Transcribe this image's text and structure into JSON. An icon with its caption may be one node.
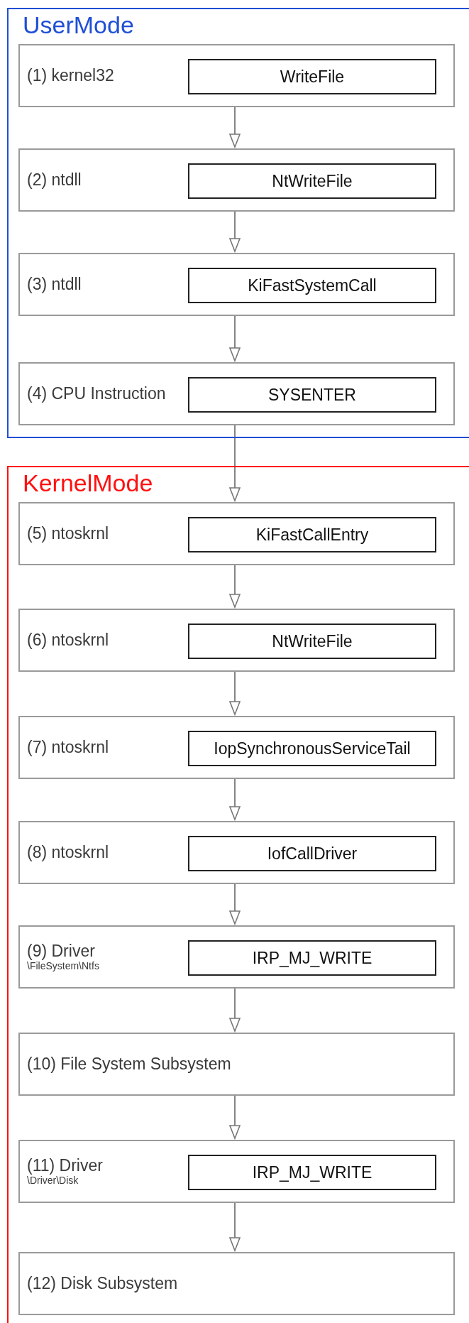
{
  "diagram": {
    "nodes": [
      {
        "text": [
          "UserMode"
        ]
      },
      {
        "text": [
          "(1) kernel32"
        ],
        "in": 0
      },
      {
        "text": [
          "WriteFile"
        ],
        "in": 1
      },
      {
        "text": [
          "(2) ntdll"
        ],
        "in": 0
      },
      {
        "text": [
          "NtWriteFile"
        ],
        "in": 3
      },
      {
        "text": [
          "(3) ntdll"
        ],
        "in": 0
      },
      {
        "text": [
          "KiFastSystemCall"
        ],
        "in": 5
      },
      {
        "text": [
          "(4) CPU Instruction"
        ],
        "in": 0
      },
      {
        "text": [
          "SYSENTER"
        ],
        "in": 7
      },
      {
        "text": [
          "KernelMode"
        ]
      },
      {
        "text": [
          "(5) ntoskrnl"
        ],
        "in": 9
      },
      {
        "text": [
          "KiFastCallEntry"
        ],
        "in": 10
      },
      {
        "text": [
          "(6) ntoskrnl"
        ],
        "in": 9
      },
      {
        "text": [
          "NtWriteFile"
        ],
        "in": 12
      },
      {
        "text": [
          "(7) ntoskrnl"
        ],
        "in": 9
      },
      {
        "text": [
          "IopSynchronousServiceTail"
        ],
        "in": 14
      },
      {
        "text": [
          "(8) ntoskrnl"
        ],
        "in": 9
      },
      {
        "text": [
          "IofCallDriver"
        ],
        "in": 16
      },
      {
        "text": [
          "(9) Driver",
          "\\FileSystem\\Ntfs"
        ],
        "in": 9
      },
      {
        "text": [
          "IRP_MJ_WRITE"
        ],
        "in": 18
      },
      {
        "text": [
          "(10) File System Subsystem"
        ],
        "in": 9
      },
      {
        "text": [
          "(11) Driver",
          "\\Driver\\Disk"
        ],
        "in": 9
      },
      {
        "text": [
          "IRP_MJ_WRITE"
        ],
        "in": 21
      },
      {
        "text": [
          "(12) Disk Subsystem"
        ],
        "in": 9
      }
    ],
    "edges": [
      {
        "from": 1,
        "to": 3,
        "arrow": "to"
      },
      {
        "from": 3,
        "to": 5,
        "arrow": "to"
      },
      {
        "from": 5,
        "to": 7,
        "arrow": "to"
      },
      {
        "from": 7,
        "to": 10,
        "arrow": "to"
      },
      {
        "from": 10,
        "to": 12,
        "arrow": "to"
      },
      {
        "from": 12,
        "to": 14,
        "arrow": "to"
      },
      {
        "from": 14,
        "to": 16,
        "arrow": "to"
      },
      {
        "from": 16,
        "to": 18,
        "arrow": "to"
      },
      {
        "from": 18,
        "to": 20,
        "arrow": "to"
      },
      {
        "from": 20,
        "to": 21,
        "arrow": "to"
      },
      {
        "from": 21,
        "to": 23,
        "arrow": "to"
      }
    ]
  }
}
